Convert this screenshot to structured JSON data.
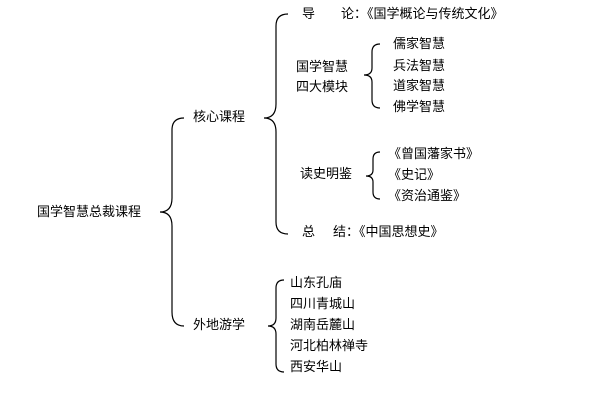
{
  "root": "国学智慧总裁课程",
  "branches": {
    "core": {
      "label": "核心课程",
      "intro": {
        "lead_a": "导",
        "lead_b": "论：",
        "book": "《国学概论与传统文化》"
      },
      "modules": {
        "label_line1": "国学智慧",
        "label_line2": "四大模块",
        "items": [
          "儒家智慧",
          "兵法智慧",
          "道家智慧",
          "佛学智慧"
        ]
      },
      "history": {
        "label": "读史明鉴",
        "books": [
          "《曾国藩家书》",
          "《史记》",
          "《资治通鉴》"
        ]
      },
      "summary": {
        "lead_a": "总",
        "lead_b": "结：",
        "book": "《中国思想史》"
      }
    },
    "travel": {
      "label": "外地游学",
      "places": [
        "山东孔庙",
        "四川青城山",
        "湖南岳麓山",
        "河北柏林禅寺",
        "西安华山"
      ]
    }
  }
}
